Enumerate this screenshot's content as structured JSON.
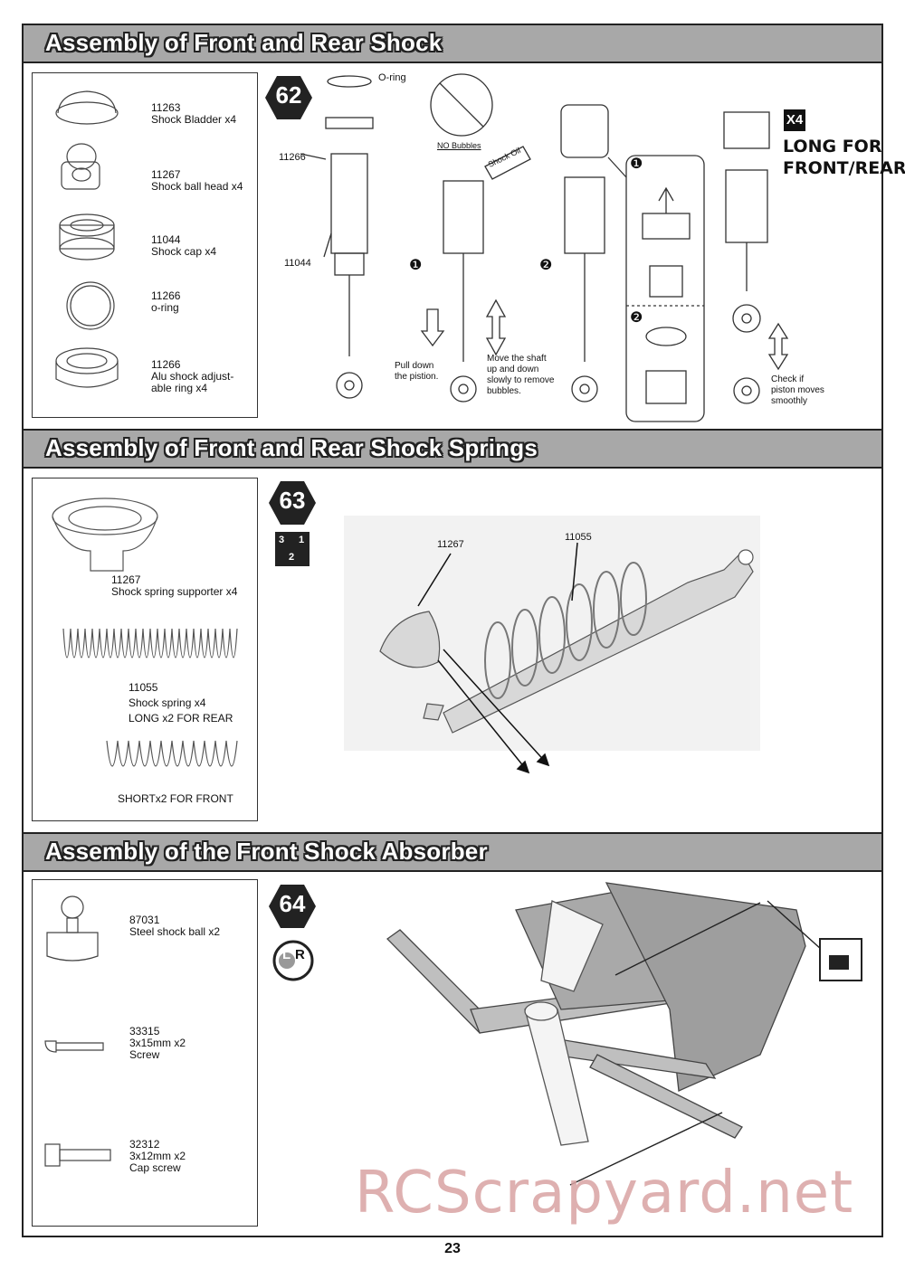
{
  "sections": [
    {
      "title": "Assembly of Front and Rear Shock"
    },
    {
      "title": "Assembly of Front and Rear Shock Springs"
    },
    {
      "title": "Assembly of the Front Shock  Absorber"
    }
  ],
  "step62": {
    "number": "62",
    "parts": [
      {
        "code": "11263",
        "name": "Shock Bladder x4"
      },
      {
        "code": "11267",
        "name": "Shock ball head x4"
      },
      {
        "code": "11044",
        "name": "Shock  cap x4"
      },
      {
        "code": "11266",
        "name": "o-ring"
      },
      {
        "code": "11266",
        "name": "Alu shock adjust-\nable ring x4"
      }
    ],
    "callouts": {
      "oring": "O-ring",
      "c11266": "11266",
      "c11044": "11044",
      "no_bubbles": "NO  Bubbles",
      "shock_oil": "Shock Oil",
      "pull_down": "Pull down\nthe pistion.",
      "move_shaft": "Move the shaft\nup and down\nslowly to remove\n bubbles.",
      "check": "Check if\npiston moves\nsmoothly",
      "x4": "X4",
      "long": "LONG FOR\nFRONT/REAR",
      "s1": "❶",
      "s2": "❷"
    }
  },
  "step63": {
    "number": "63",
    "parts": [
      {
        "code": "11267",
        "name": "Shock spring supporter x4"
      },
      {
        "code": "11055",
        "name": "Shock spring x4\nLONG  x2  FOR REAR"
      },
      {
        "code": "",
        "name": "SHORTx2  FOR FRONT"
      }
    ],
    "callouts": {
      "c11267": "11267",
      "c11055": "11055",
      "order": [
        "3",
        "1",
        "2"
      ]
    }
  },
  "step64": {
    "number": "64",
    "badge_l": "L",
    "badge_r": "R",
    "parts": [
      {
        "code": "87031",
        "name": "Steel shock ball x2"
      },
      {
        "code": "33315",
        "name": "3x15mm x2\nScrew"
      },
      {
        "code": "32312",
        "name": "3x12mm x2\nCap screw"
      }
    ]
  },
  "page_number": "23",
  "watermark": "RCScrapyard.net"
}
